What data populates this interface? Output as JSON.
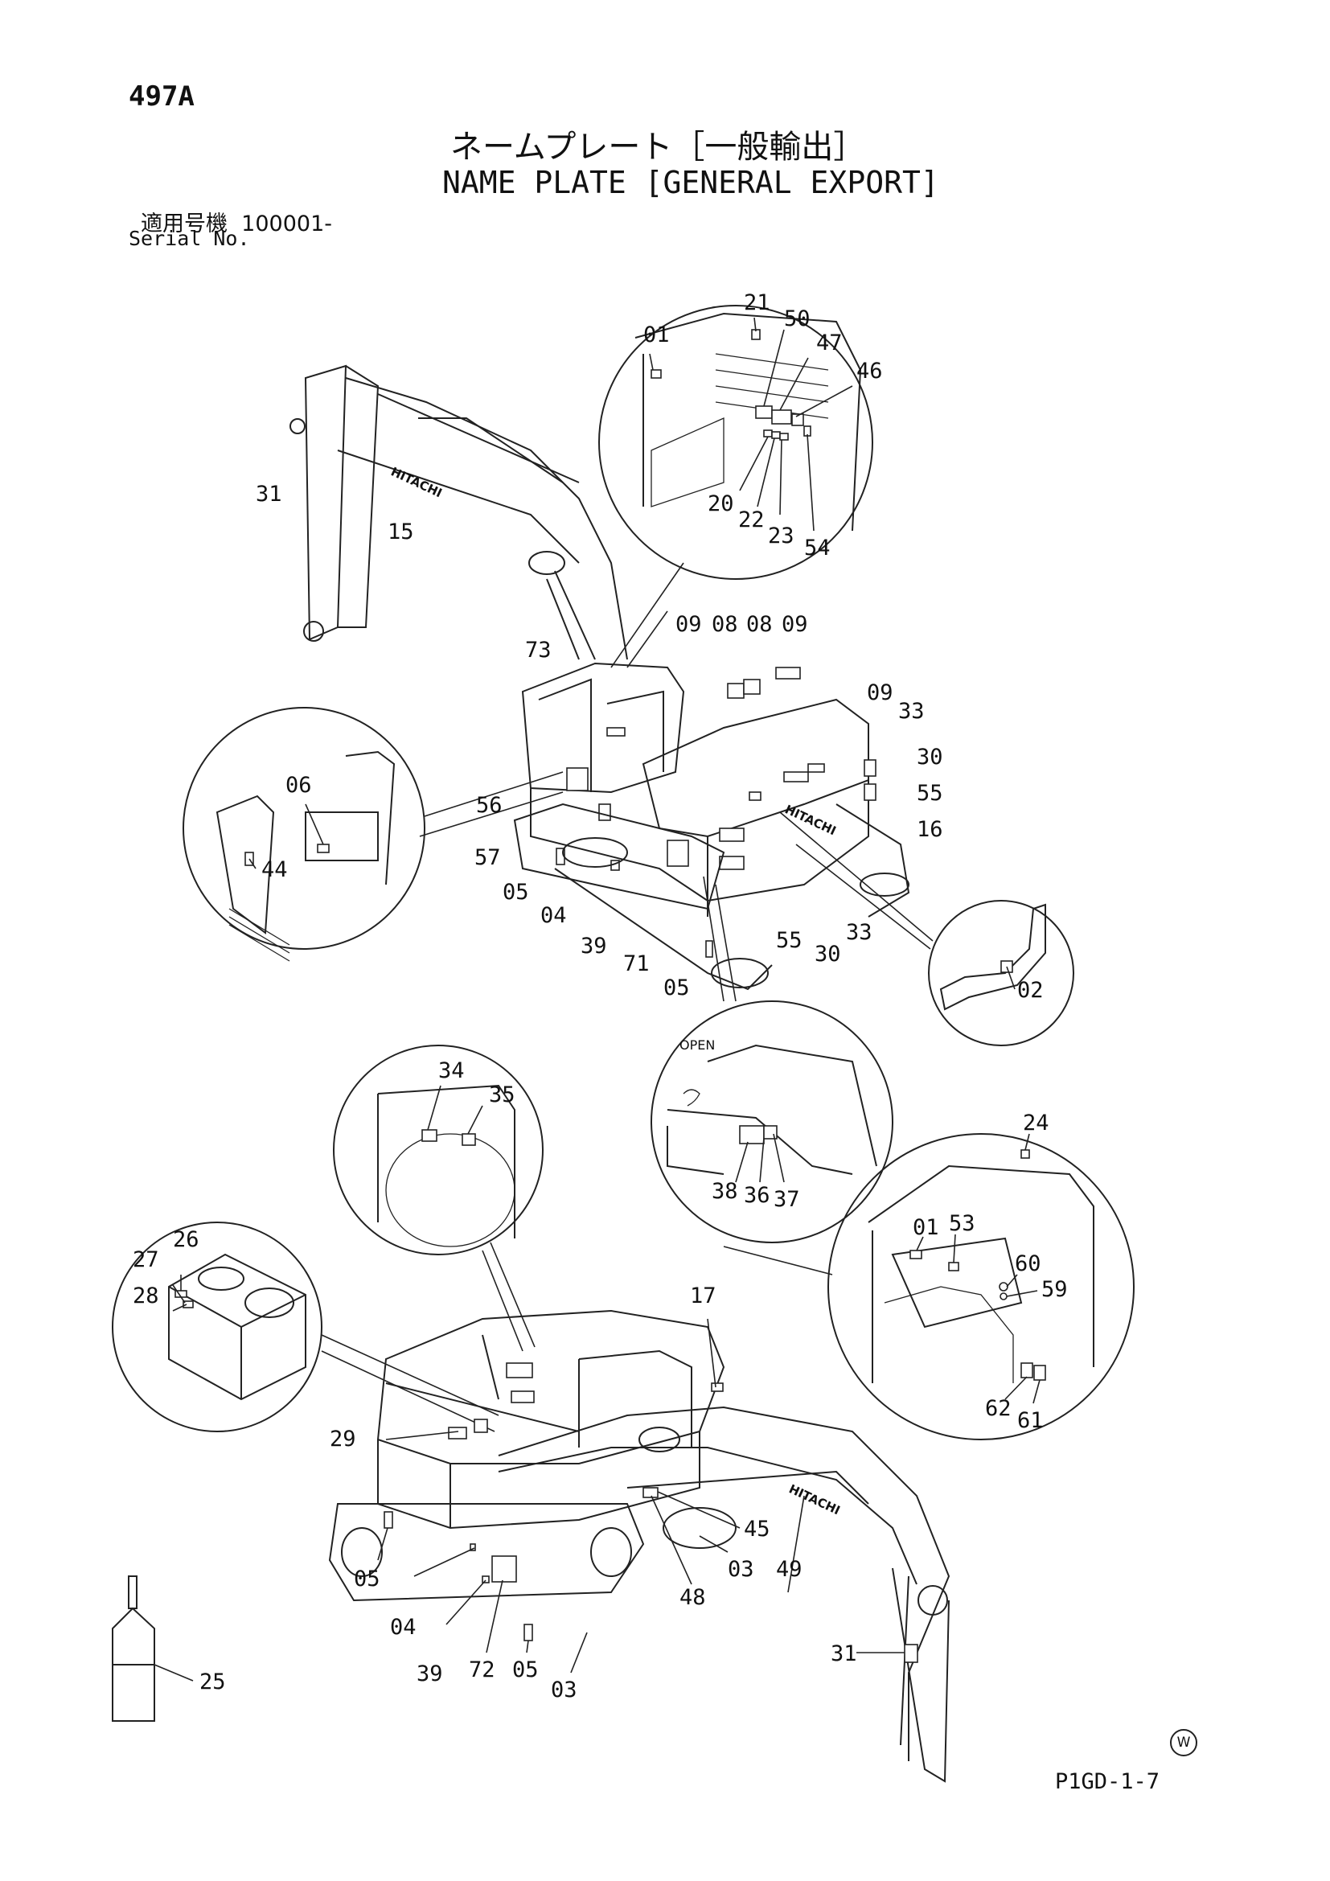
{
  "header": {
    "page_code": "497A",
    "title_jp": "ネームプレート［一般輸出］",
    "title_en": "NAME PLATE [GENERAL EXPORT]",
    "serial_label_jp": "適用号機",
    "serial_value": "100001-",
    "serial_label_en": "Serial No."
  },
  "brand_text": "HITACHI",
  "open_label": "OPEN",
  "watermark": "W",
  "drawing_code": "P1GD-1-7",
  "callouts": {
    "cab_detail": [
      "01",
      "21",
      "50",
      "47",
      "46",
      "20",
      "22",
      "23",
      "54"
    ],
    "left_detail": [
      "06",
      "44"
    ],
    "upper_main": [
      "31",
      "15",
      "73",
      "09",
      "08",
      "08",
      "09",
      "09",
      "33",
      "30",
      "55",
      "16",
      "56",
      "57",
      "05",
      "04",
      "39",
      "71",
      "05",
      "55",
      "30",
      "33"
    ],
    "muffler_detail": [
      "02"
    ],
    "engine_detail": [
      "38",
      "36",
      "37"
    ],
    "radiator_detail": [
      "34",
      "35"
    ],
    "tank_detail": [
      "26",
      "27",
      "28"
    ],
    "cab_interior_detail": [
      "24",
      "01",
      "53",
      "60",
      "59",
      "62",
      "61"
    ],
    "lower_main": [
      "17",
      "29",
      "05",
      "04",
      "39",
      "72",
      "05",
      "03",
      "45",
      "03",
      "48",
      "49",
      "31",
      "25"
    ]
  }
}
